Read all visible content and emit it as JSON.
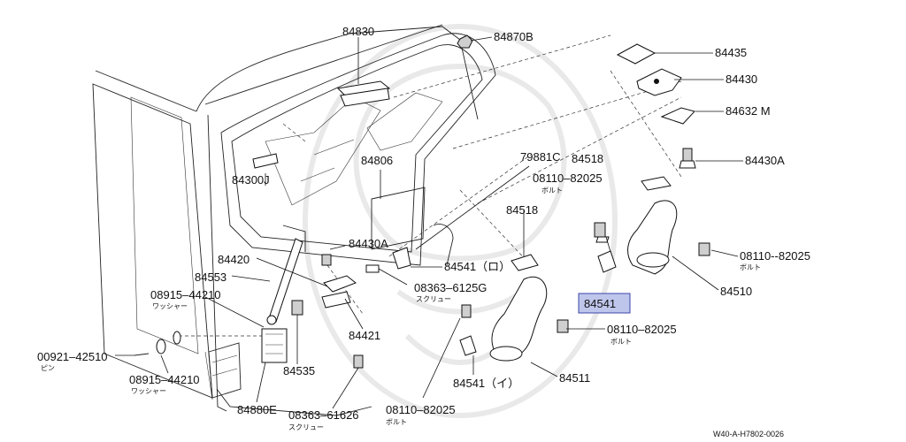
{
  "diagram_ref": "W40-A-H7802-0026",
  "highlight_color": "#bfc6ec",
  "labels": {
    "p84830": "84830",
    "p84870B": "84870B",
    "p84435": "84435",
    "p84430": "84430",
    "p84632M": "84632 M",
    "p84430A_r": "84430A",
    "p79881C": "79881C",
    "p84518_a": "84518",
    "p08110_a": "08110–82025",
    "p08110_a_jp": "ボルト",
    "p84806": "84806",
    "p84300J": "84300J",
    "p84430A_c": "84430A",
    "p84518_b": "84518",
    "p08110_b": "08110--82025",
    "p08110_b_jp": "ボルト",
    "p84510": "84510",
    "p84541_sel": "84541",
    "p84420": "84420",
    "p84553": "84553",
    "p08915_a": "08915–44210",
    "p08915_a_jp": "ワッシャー",
    "p84541_ro": "84541（ロ）",
    "p08363_a": "08363–6125G",
    "p08363_a_jp": "スクリュー",
    "p84421": "84421",
    "p08110_c": "08110–82025",
    "p08110_c_jp": "ボルト",
    "p00921": "00921–42510",
    "p00921_jp": "ピン",
    "p08915_b": "08915–44210",
    "p08915_b_jp": "ワッシャー",
    "p84535": "84535",
    "p84541_i": "84541（イ）",
    "p84511": "84511",
    "p84880E": "84880E",
    "p08363_b": "08363–61626",
    "p08363_b_jp": "スクリュー",
    "p08110_d": "08110–82025",
    "p08110_d_jp": "ボルト"
  }
}
